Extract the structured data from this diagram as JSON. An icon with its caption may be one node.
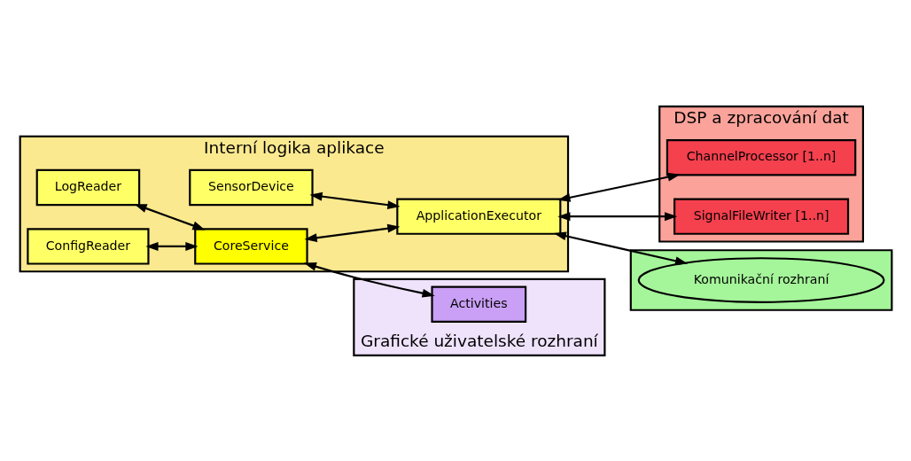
{
  "diagram": {
    "nodes": [
      {
        "text": [
          "Interní logika aplikace"
        ]
      },
      {
        "text": [
          "LogReader"
        ],
        "in": 0
      },
      {
        "text": [
          "ConfigReader"
        ],
        "in": 0
      },
      {
        "text": [
          "CoreService"
        ],
        "in": 0
      },
      {
        "text": [
          "SensorDevice"
        ],
        "in": 0
      },
      {
        "text": [
          "ApplicationExecutor"
        ],
        "in": 0
      },
      {
        "text": [
          "Grafické uživatelské rozhraní"
        ]
      },
      {
        "text": [
          "Activities"
        ],
        "in": 6
      },
      {
        "text": [
          "DSP a zpracování dat"
        ]
      },
      {
        "text": [
          "ChannelProcessor [1..n]"
        ],
        "in": 8
      },
      {
        "text": [
          "SignalFileWriter [1..n]"
        ],
        "in": 8
      },
      {
        "text": [],
        "shape": "box"
      },
      {
        "text": [
          "Komunikační rozhraní"
        ],
        "in": 11
      }
    ],
    "edges": [
      {
        "from": 1,
        "to": 3,
        "arrow": "both"
      },
      {
        "from": 2,
        "to": 3,
        "arrow": "both"
      },
      {
        "from": 3,
        "to": 7,
        "arrow": "both"
      },
      {
        "from": 3,
        "to": 5,
        "arrow": "both"
      },
      {
        "from": 4,
        "to": 5,
        "arrow": "both"
      },
      {
        "from": 5,
        "to": 9,
        "arrow": "both"
      },
      {
        "from": 5,
        "to": 10,
        "arrow": "both"
      },
      {
        "from": 5,
        "to": 12,
        "arrow": "both"
      }
    ]
  }
}
